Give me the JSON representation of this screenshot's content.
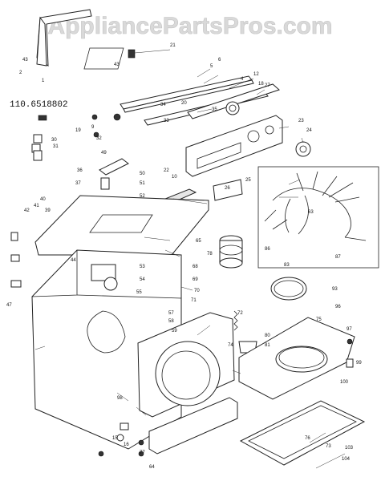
{
  "watermark": "AppliancePartsPros.com",
  "model_number": "110.6518802",
  "callouts": [
    {
      "id": "c43a",
      "text": "43"
    },
    {
      "id": "c2",
      "text": "2"
    },
    {
      "id": "c1",
      "text": "1"
    },
    {
      "id": "c21",
      "text": "21"
    },
    {
      "id": "c43b",
      "text": "43"
    },
    {
      "id": "c5",
      "text": "5"
    },
    {
      "id": "c6",
      "text": "6"
    },
    {
      "id": "c4",
      "text": "4"
    },
    {
      "id": "c12",
      "text": "12"
    },
    {
      "id": "c18",
      "text": "18"
    },
    {
      "id": "c27",
      "text": "27"
    },
    {
      "id": "c20",
      "text": "20"
    },
    {
      "id": "c34",
      "text": "34"
    },
    {
      "id": "c35",
      "text": "35"
    },
    {
      "id": "c9",
      "text": "9"
    },
    {
      "id": "c19",
      "text": "19"
    },
    {
      "id": "c30",
      "text": "30"
    },
    {
      "id": "c31",
      "text": "31"
    },
    {
      "id": "c32",
      "text": "32"
    },
    {
      "id": "c33",
      "text": "33"
    },
    {
      "id": "c23",
      "text": "23"
    },
    {
      "id": "c24",
      "text": "24"
    },
    {
      "id": "c22",
      "text": "22"
    },
    {
      "id": "c10",
      "text": "10"
    },
    {
      "id": "c49",
      "text": "49"
    },
    {
      "id": "c36",
      "text": "36"
    },
    {
      "id": "c50",
      "text": "50"
    },
    {
      "id": "c37",
      "text": "37"
    },
    {
      "id": "c51",
      "text": "51"
    },
    {
      "id": "c52",
      "text": "52"
    },
    {
      "id": "c25",
      "text": "25"
    },
    {
      "id": "c26",
      "text": "26"
    },
    {
      "id": "c40",
      "text": "40"
    },
    {
      "id": "c41",
      "text": "41"
    },
    {
      "id": "c42",
      "text": "42"
    },
    {
      "id": "c39",
      "text": "39"
    },
    {
      "id": "c63",
      "text": "63"
    },
    {
      "id": "c65",
      "text": "65"
    },
    {
      "id": "c44",
      "text": "44"
    },
    {
      "id": "c53",
      "text": "53"
    },
    {
      "id": "c54",
      "text": "54"
    },
    {
      "id": "c55",
      "text": "55"
    },
    {
      "id": "c78",
      "text": "78"
    },
    {
      "id": "c86",
      "text": "86"
    },
    {
      "id": "c83",
      "text": "83"
    },
    {
      "id": "c87",
      "text": "87"
    },
    {
      "id": "c68",
      "text": "68"
    },
    {
      "id": "c69",
      "text": "69"
    },
    {
      "id": "c70",
      "text": "70"
    },
    {
      "id": "c71",
      "text": "71"
    },
    {
      "id": "c72",
      "text": "72"
    },
    {
      "id": "c47",
      "text": "47"
    },
    {
      "id": "c93",
      "text": "93"
    },
    {
      "id": "c57",
      "text": "57"
    },
    {
      "id": "c58",
      "text": "58"
    },
    {
      "id": "c59",
      "text": "59"
    },
    {
      "id": "c74",
      "text": "74"
    },
    {
      "id": "c75",
      "text": "75"
    },
    {
      "id": "c80",
      "text": "80"
    },
    {
      "id": "c81",
      "text": "81"
    },
    {
      "id": "c96",
      "text": "96"
    },
    {
      "id": "c97",
      "text": "97"
    },
    {
      "id": "c99",
      "text": "99"
    },
    {
      "id": "c100",
      "text": "100"
    },
    {
      "id": "c98",
      "text": "98"
    },
    {
      "id": "c15",
      "text": "15"
    },
    {
      "id": "c16",
      "text": "16"
    },
    {
      "id": "c64",
      "text": "64"
    },
    {
      "id": "c77",
      "text": "77"
    },
    {
      "id": "c76",
      "text": "76"
    },
    {
      "id": "c73",
      "text": "73"
    },
    {
      "id": "c103",
      "text": "103"
    },
    {
      "id": "c104",
      "text": "104"
    }
  ]
}
